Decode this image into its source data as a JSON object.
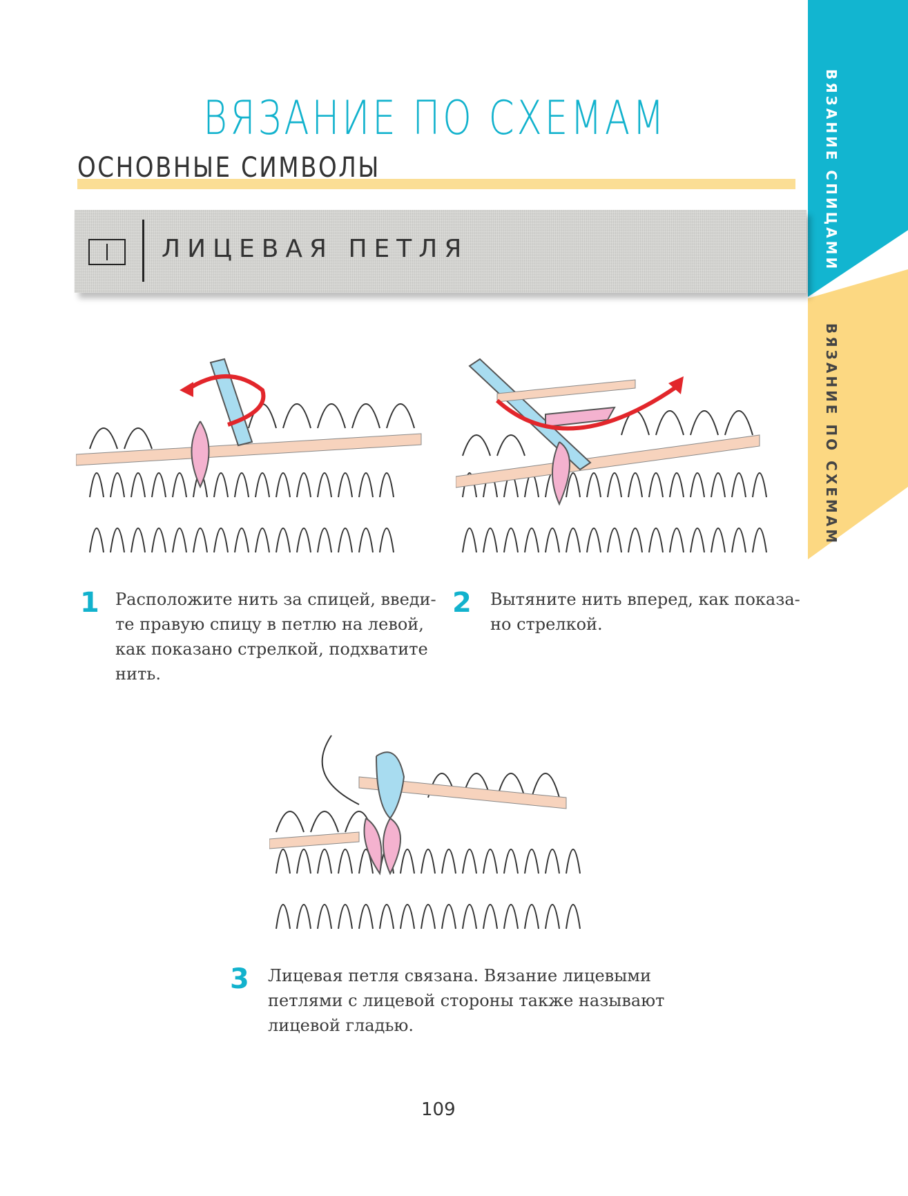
{
  "header": {
    "title": "ВЯЗАНИЕ ПО СХЕМАМ",
    "subtitle": "ОСНОВНЫЕ СИМВОЛЫ"
  },
  "symbol_banner": {
    "name": "ЛИЦЕВАЯ ПЕТЛЯ",
    "symbol_icon": "vertical-stroke-in-box"
  },
  "side_tabs": [
    {
      "label": "ВЯЗАНИЕ СПИЦАМИ",
      "color": "#12b5d0"
    },
    {
      "label": "ВЯЗАНИЕ ПО СХЕМАМ",
      "color": "#fcd882"
    }
  ],
  "steps": [
    {
      "number": "1",
      "lines": [
        "Расположите нить за спицей, введи-",
        "те правую спицу в петлю на левой,",
        "как показано стрелкой, подхватите",
        "нить."
      ]
    },
    {
      "number": "2",
      "lines": [
        "Вытяните нить вперед, как показа-",
        "но стрелкой."
      ]
    },
    {
      "number": "3",
      "lines": [
        "Лицевая петля связана. Вязание лицевыми",
        "петлями с лицевой стороны также называют",
        "лицевой гладью."
      ]
    }
  ],
  "colors": {
    "accent": "#12b2cd",
    "highlight": "#fbde95",
    "arrow": "#e2262b",
    "needle": "#f7d3bd",
    "yarn_blue": "#a8dcf0",
    "yarn_pink": "#f4b2cf"
  },
  "page_number": "109"
}
